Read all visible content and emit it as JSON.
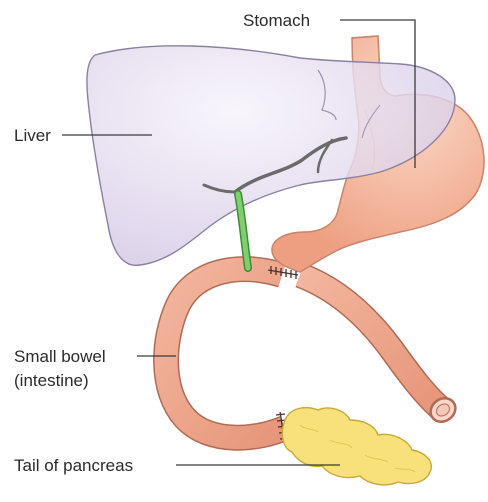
{
  "labels": {
    "stomach": "Stomach",
    "liver": "Liver",
    "small_bowel_line1": "Small bowel",
    "small_bowel_line2": "(intestine)",
    "pancreas": "Tail of pancreas"
  },
  "colors": {
    "liver_fill": "#d9cfe8",
    "liver_stroke": "#8c80a0",
    "stomach_fill": "#f1ae90",
    "bowel_fill": "#eda58b",
    "bowel_stroke": "#b06b55",
    "bile_duct": "#6cbf5f",
    "vessel": "#6b6b6b",
    "pancreas_fill": "#f8e17a",
    "pancreas_stroke": "#c9a83a",
    "anastomosis": "#4a3030"
  }
}
